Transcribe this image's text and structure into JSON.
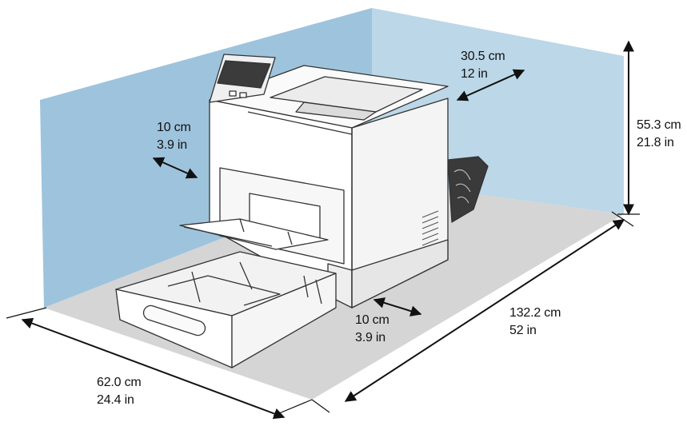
{
  "colors": {
    "back_wall": "#bcd7e7",
    "left_wall": "#9ec3dd",
    "floor": "#d5d5d5",
    "printer_body": "#ffffff",
    "printer_line": "#333333",
    "arrow": "#111111"
  },
  "dimensions": {
    "rear_clearance": {
      "metric": "30.5 cm",
      "imperial": "12 in"
    },
    "side_clearance": {
      "metric": "10 cm",
      "imperial": "3.9 in"
    },
    "height": {
      "metric": "55.3 cm",
      "imperial": "21.8 in"
    },
    "front_clearance": {
      "metric": "10 cm",
      "imperial": "3.9 in"
    },
    "total_depth": {
      "metric": "132.2 cm",
      "imperial": "52 in"
    },
    "total_width": {
      "metric": "62.0 cm",
      "imperial": "24.4 in"
    }
  },
  "icons": [
    "printer-icon",
    "control-panel-icon",
    "paper-tray-icon",
    "bypass-tray-icon",
    "rear-door-icon"
  ]
}
